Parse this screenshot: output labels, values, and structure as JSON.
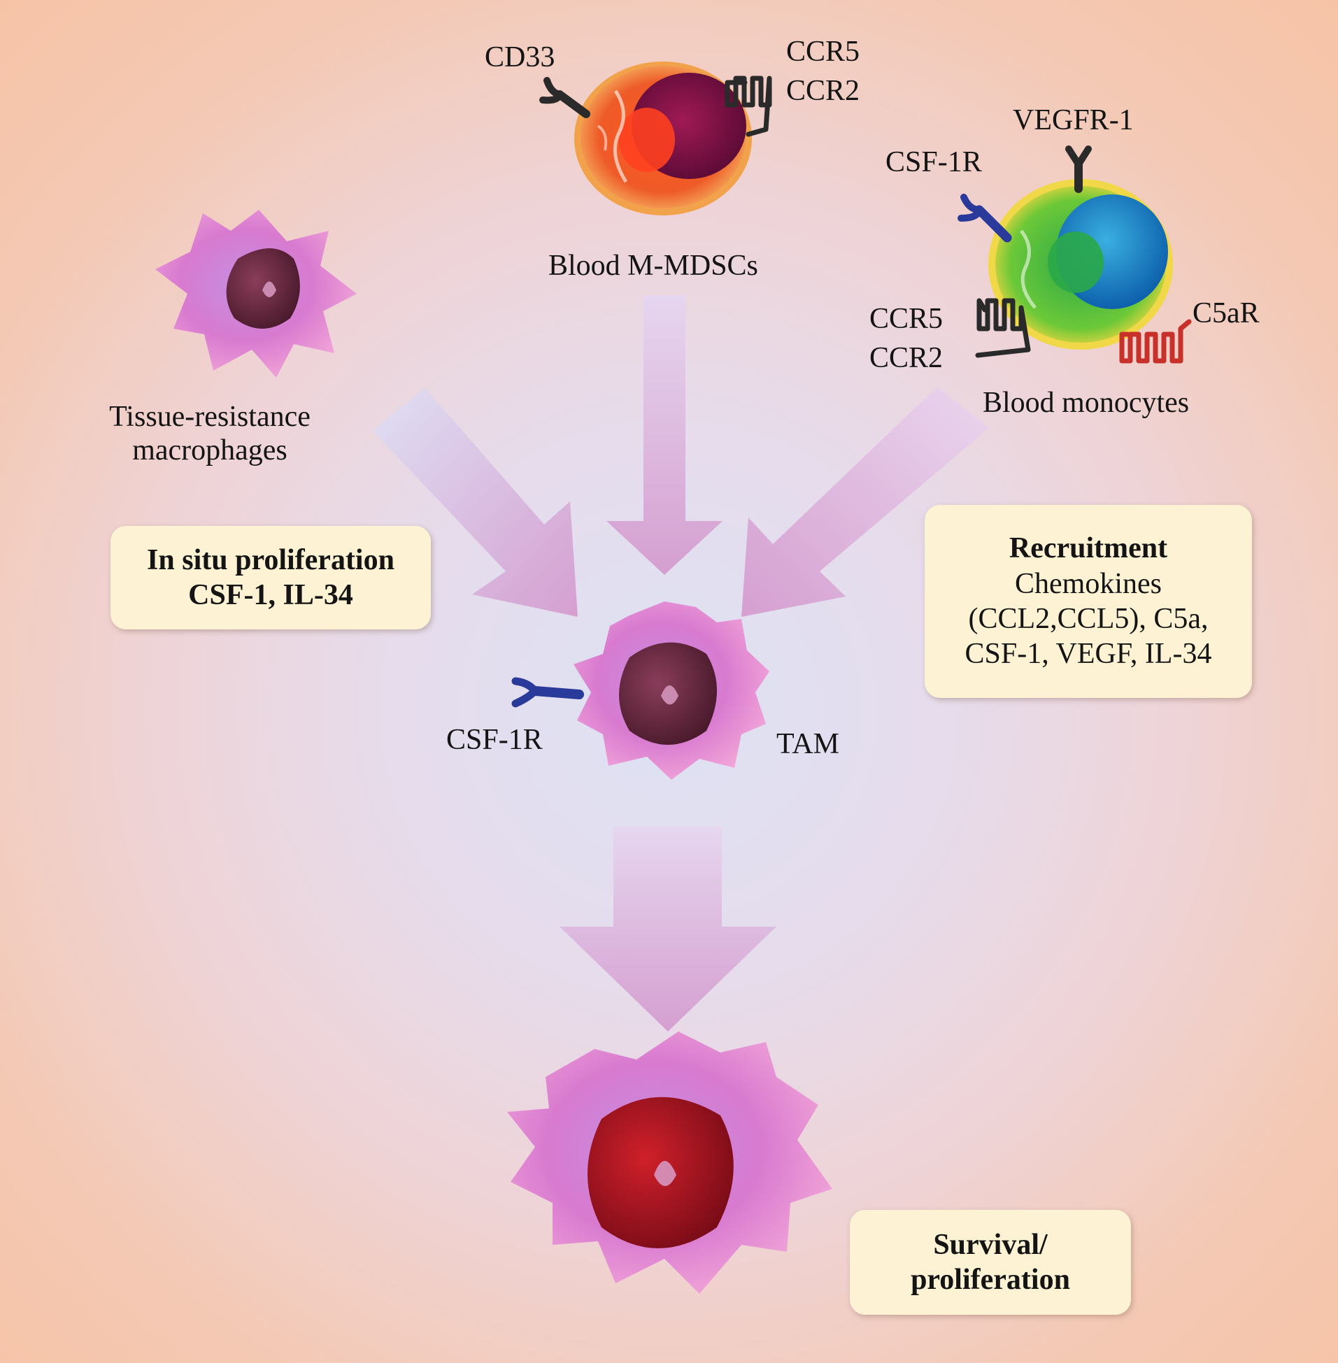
{
  "labels": {
    "cd33": "CD33",
    "mdsc_ccr5": "CCR5",
    "mdsc_ccr2": "CCR2",
    "blood_mmdscs": "Blood M-MDSCs",
    "vegfr1": "VEGFR-1",
    "mono_csf1r": "CSF-1R",
    "mono_ccr5": "CCR5",
    "mono_ccr2": "CCR2",
    "c5ar": "C5aR",
    "blood_monocytes": "Blood monocytes",
    "tissue_line1": "Tissue-resistance",
    "tissue_line2": "macrophages",
    "tam_csf1r": "CSF-1R",
    "tam": "TAM"
  },
  "boxes": {
    "in_situ": {
      "line1": "In situ proliferation",
      "line2": "CSF-1, IL-34"
    },
    "recruitment": {
      "title": "Recruitment",
      "line1": "Chemokines",
      "line2": "(CCL2,CCL5), C5a,",
      "line3": "CSF-1, VEGF, IL-34"
    },
    "survival": {
      "line1": "Survival/",
      "line2": "proliferation"
    }
  },
  "colors": {
    "arrow": "#d9a6d3",
    "box_fill": "#fdf3d4",
    "receptor_dark": "#2a2a2a",
    "receptor_blue": "#2a3a9a",
    "receptor_red": "#c8302a"
  }
}
